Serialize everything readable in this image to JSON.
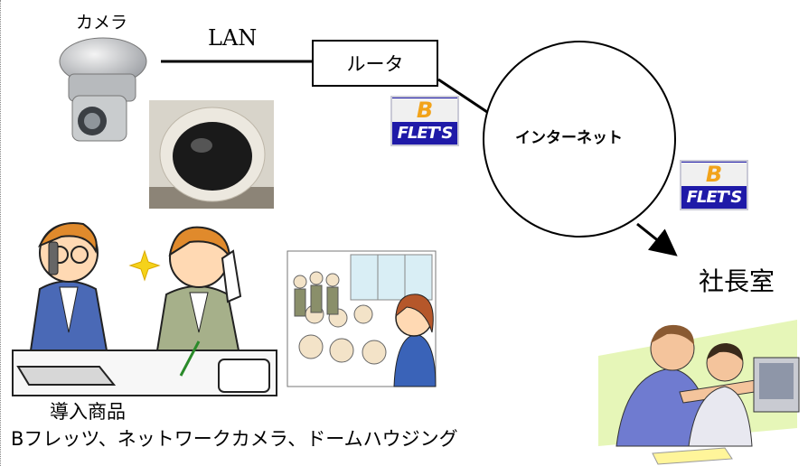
{
  "camera_label": "カメラ",
  "lan_label": "LAN",
  "router_label": "ルータ",
  "internet_label": "インターネット",
  "president_room_label": "社長室",
  "products_title": "導入商品",
  "products_list": "Bフレッツ、ネットワークカメラ、ドームハウジング",
  "flets_logo": {
    "top": "B",
    "bottom": "FLET'S"
  },
  "colors": {
    "flets_blue": "#1f1aa8",
    "flets_orange": "#f2a31a"
  }
}
